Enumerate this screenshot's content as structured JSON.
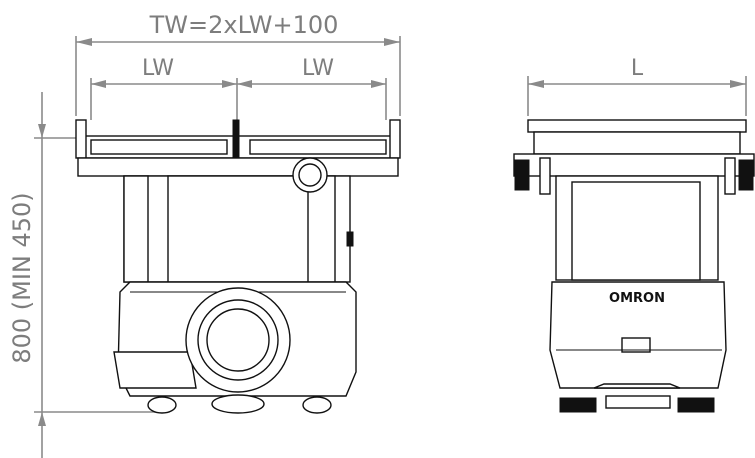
{
  "dimensions": {
    "total_width_label": "TW=2xLW+100",
    "left_width_label": "LW",
    "right_width_label": "LW",
    "length_label": "L",
    "height_label": "800 (MIN 450)"
  },
  "logo": {
    "text": "OMRON"
  },
  "colors": {
    "dimension": "#7d7d7d",
    "outline": "#111111",
    "background": "#ffffff"
  }
}
